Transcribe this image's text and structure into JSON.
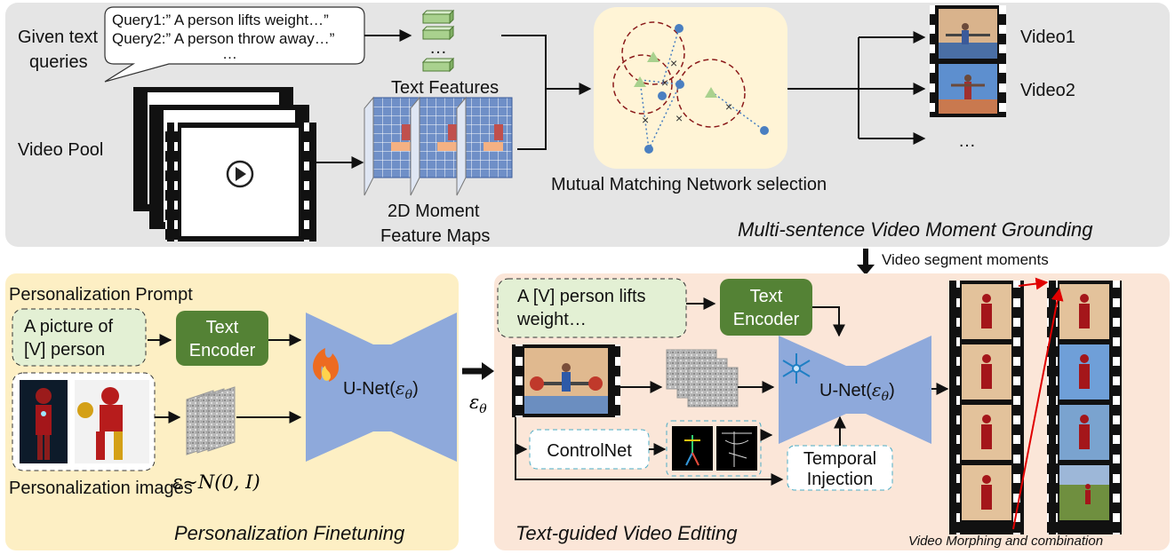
{
  "top_panel": {
    "given_queries_label_line1": "Given text",
    "given_queries_label_line2": "queries",
    "query1": "Query1:”  A person lifts weight…”",
    "query2": "Query2:”  A person throw away…”",
    "query_ellipsis": "…",
    "video_pool_label": "Video Pool",
    "text_features_label": "Text Features",
    "text_features_ellipsis": "…",
    "moment_maps_label_line1": "2D Moment",
    "moment_maps_label_line2": "Feature Maps",
    "matching_label": "Mutual Matching Network selection",
    "output_video1": "Video1",
    "output_video2": "Video2",
    "output_ellipsis": "…",
    "panel_title": "Multi-sentence Video Moment Grounding"
  },
  "transition_label": "Video segment moments",
  "left_panel": {
    "prompt_heading": "Personalization Prompt",
    "prompt_line1": "A picture of",
    "prompt_line2": "[V] person",
    "text_encoder_line1": "Text",
    "text_encoder_line2": "Encoder",
    "unet_label": "U-Net(",
    "unet_eps": "ε",
    "unet_sub": "θ",
    "unet_close": ")",
    "noise_label": "ε~N(0, I)",
    "images_heading": "Personalization images",
    "panel_title": "Personalization Finetuning",
    "fire_icon": "fire-icon"
  },
  "mid_transfer": {
    "eps": "ε",
    "sub": "θ"
  },
  "right_panel": {
    "prompt_line1": "A [V] person lifts",
    "prompt_line2": "weight…",
    "text_encoder_line1": "Text",
    "text_encoder_line2": "Encoder",
    "unet_label": "U-Net(",
    "unet_eps": "ε",
    "unet_sub": "θ",
    "unet_close": ")",
    "controlnet_label": "ControlNet",
    "temporal_line1": "Temporal",
    "temporal_line2": "Injection",
    "panel_title": "Text-guided Video Editing",
    "morph_caption": "Video Morphing and combination",
    "snowflake_icon": "snowflake-icon"
  },
  "colors": {
    "top_panel_bg": "#e5e5e5",
    "left_panel_bg": "#fdefc4",
    "right_panel_bg": "#fbe6d8",
    "prompt_box_bg": "#e3f0d4",
    "encoder_green": "#548235",
    "unet_blue": "#8ea9db",
    "matching_bg": "#fff4d6",
    "morph_arrow": "#e00000",
    "dashed_blue": "#4bacc6"
  }
}
